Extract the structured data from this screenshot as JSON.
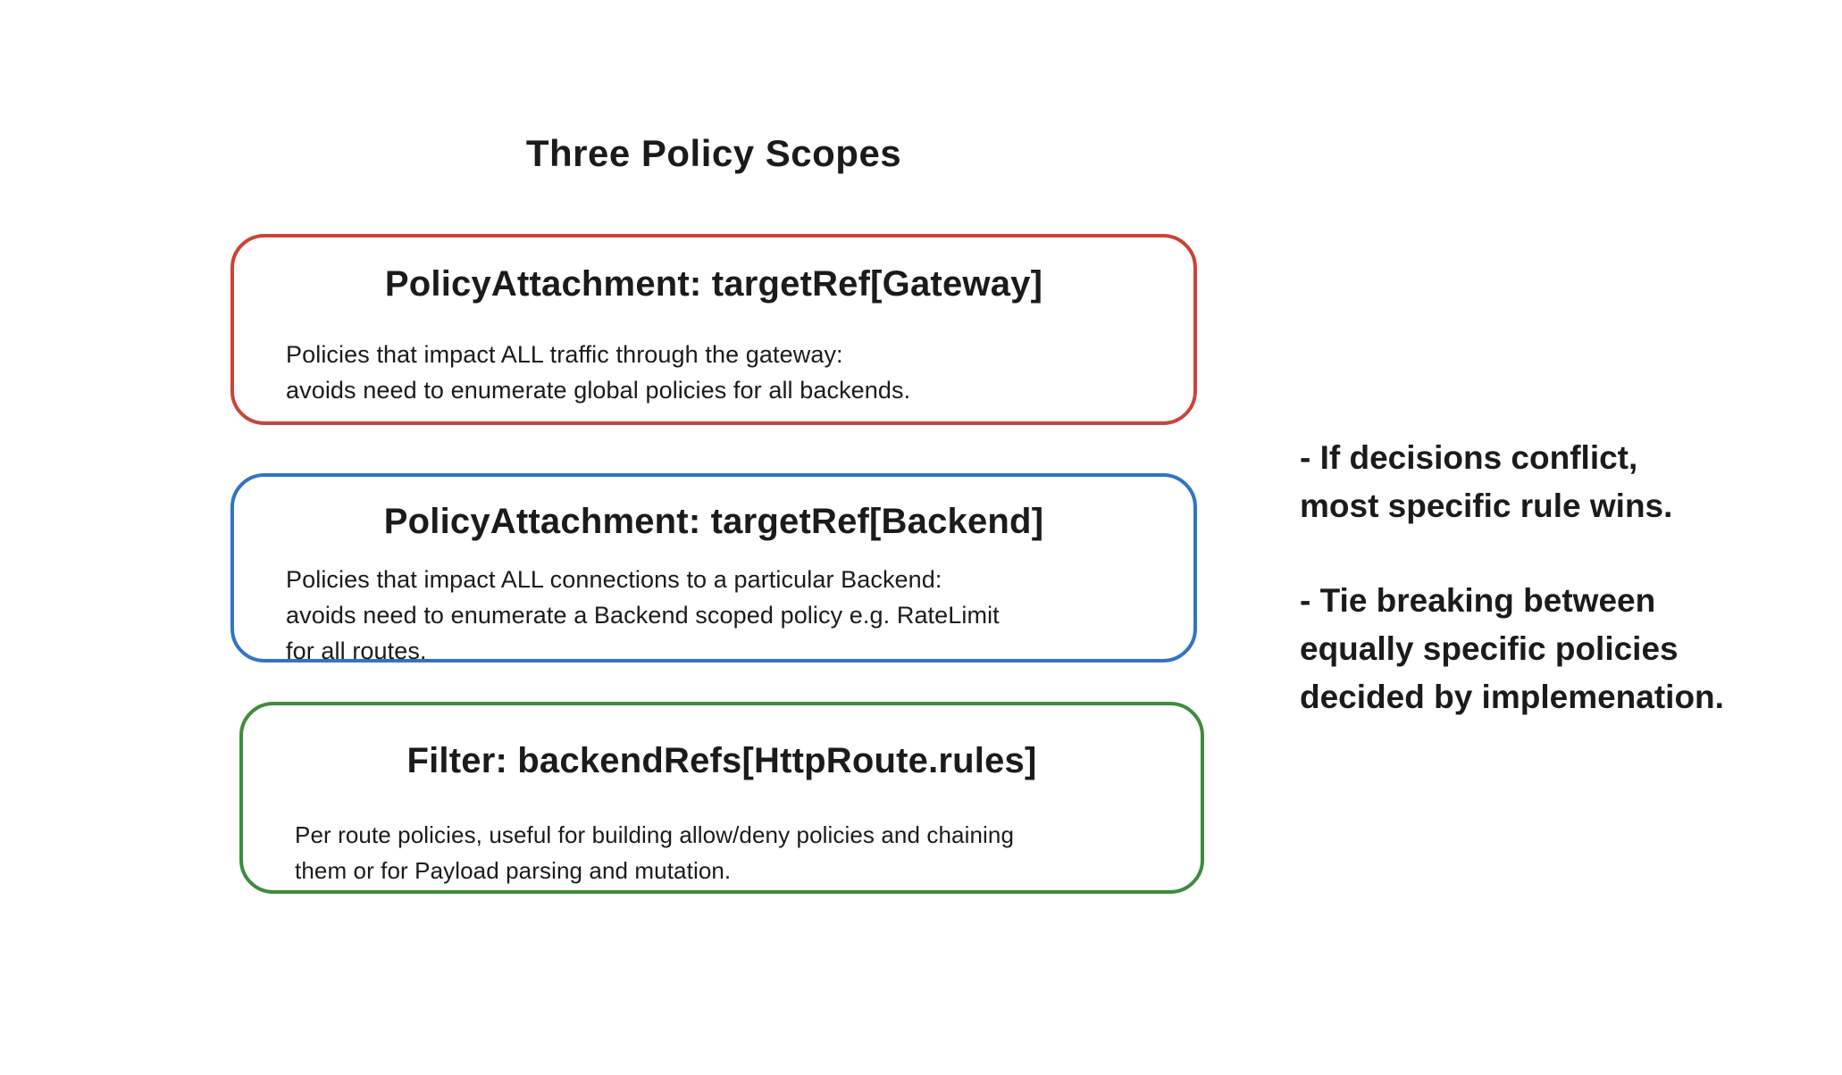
{
  "page": {
    "background": "#ffffff",
    "title": "Three Policy Scopes",
    "text_color": "#1b1b1b"
  },
  "boxes": [
    {
      "id": "gateway",
      "border_color": "#cb4338",
      "title": "PolicyAttachment: targetRef[Gateway]",
      "body": "Policies that impact ALL traffic through the gateway:\navoids need to enumerate global policies for all backends."
    },
    {
      "id": "backend",
      "border_color": "#3273c4",
      "title": "PolicyAttachment: targetRef[Backend]",
      "body": "Policies that impact ALL connections to a particular Backend:\navoids need to enumerate a Backend scoped policy e.g. RateLimit\nfor all routes."
    },
    {
      "id": "filter",
      "border_color": "#3f8b3f",
      "title": "Filter: backendRefs[HttpRoute.rules]",
      "body": "Per route policies, useful for building allow/deny policies and chaining\nthem or for Payload parsing and mutation."
    }
  ],
  "notes": [
    {
      "text": "- If decisions conflict,\nmost specific rule wins."
    },
    {
      "text": "- Tie breaking between\nequally specific policies\ndecided by implemenation."
    }
  ]
}
